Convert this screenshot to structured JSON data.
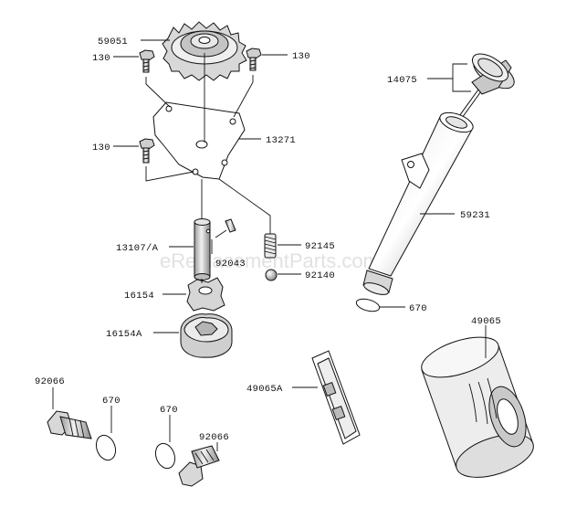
{
  "watermark": "eReplacementParts.com",
  "labels": {
    "gear": "59051",
    "bolt_top_left": "130",
    "bolt_top_right": "130",
    "bolt_mid_left": "130",
    "cover_plate": "13271",
    "shaft": "13107/A",
    "pin": "92043",
    "spring": "92145",
    "ball": "92140",
    "inner_rotor": "16154",
    "outer_rotor": "16154A",
    "dipstick": "14075",
    "filler_tube": "59231",
    "oring_tube": "670",
    "oil_filter": "49065",
    "screen": "49065A",
    "plug_left": "92066",
    "oring_left": "670",
    "oring_right": "670",
    "plug_right": "92066"
  }
}
